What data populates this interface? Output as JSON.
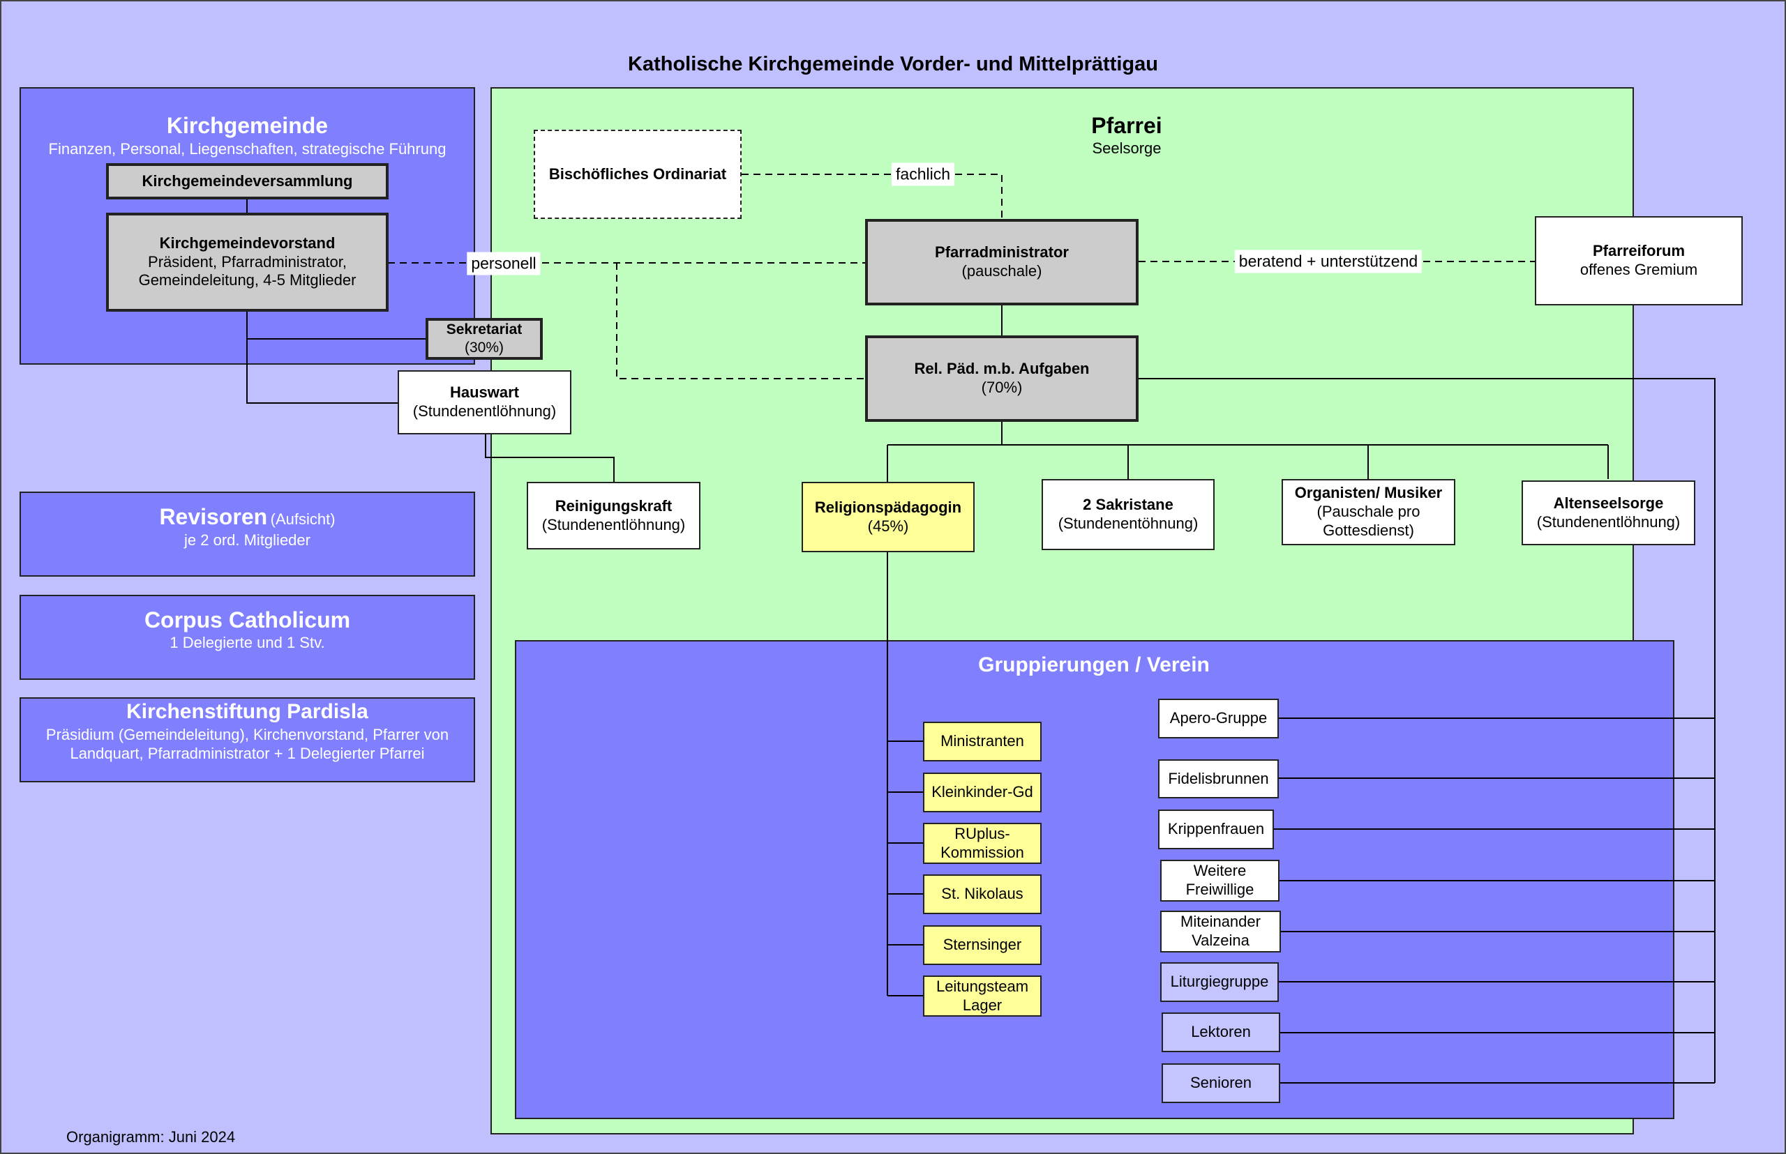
{
  "title": "Katholische Kirchgemeinde Vorder- und Mittelprättigau",
  "footer": "Organigramm: Juni 2024",
  "kirchgemeinde": {
    "title": "Kirchgemeinde",
    "subtitle": "Finanzen, Personal, Liegenschaften, strategische Führung",
    "versammlung": "Kirchgemeindeversammlung",
    "vorstand": {
      "title": "Kirchgemeindevorstand",
      "l1": "Präsident, Pfarradministrator,",
      "l2": "Gemeindeleitung, 4-5 Mitglieder"
    },
    "sekretariat": {
      "title": "Sekretariat",
      "sub": "(30%)"
    },
    "hauswart": {
      "title": "Hauswart",
      "sub": "(Stundenentlöhnung)"
    }
  },
  "revisoren": {
    "title": "Revisoren",
    "title_note": "(Aufsicht)",
    "sub": "je 2 ord. Mitglieder"
  },
  "corpus": {
    "title": "Corpus Catholicum",
    "sub": "1 Delegierte und 1 Stv."
  },
  "stiftung": {
    "title": "Kirchenstiftung Pardisla",
    "l1": "Präsidium (Gemeindeleitung), Kirchenvorstand, Pfarrer von",
    "l2": "Landquart, Pfarradministrator + 1 Delegierter Pfarrei"
  },
  "pfarrei": {
    "title": "Pfarrei",
    "subtitle": "Seelsorge",
    "ordinariat": "Bischöfliches Ordinariat",
    "administrator": {
      "title": "Pfarradministrator",
      "sub": "(pauschale)"
    },
    "pfarreiforum": {
      "title": "Pfarreiforum",
      "sub": "offenes Gremium"
    },
    "relpaed": {
      "title": "Rel. Päd. m.b. Aufgaben",
      "sub": "(70%)"
    },
    "reinigung": {
      "title": "Reinigungskraft",
      "sub": "(Stundenentlöhnung)"
    },
    "religionspaed": {
      "title": "Religionspädagogin",
      "sub": "(45%)"
    },
    "sakristane": {
      "title": "2 Sakristane",
      "sub": "(Stundenentöhnung)"
    },
    "organisten": {
      "title": "Organisten/ Musiker",
      "l1": "(Pauschale pro",
      "l2": "Gottesdienst)"
    },
    "altenseelsorge": {
      "title": "Altenseelsorge",
      "sub": "(Stundenentlöhnung)"
    }
  },
  "labels": {
    "fachlich": "fachlich",
    "personell": "personell",
    "beratend": "beratend + unterstützend"
  },
  "gruppierungen": {
    "title": "Gruppierungen / Verein",
    "yellow": [
      {
        "l1": "Ministranten"
      },
      {
        "l1": "Kleinkinder-Gd"
      },
      {
        "l1": "RUplus-",
        "l2": "Kommission"
      },
      {
        "l1": "St. Nikolaus"
      },
      {
        "l1": "Sternsinger"
      },
      {
        "l1": "Leitungsteam",
        "l2": "Lager"
      }
    ],
    "right": [
      {
        "l1": "Apero-Gruppe"
      },
      {
        "l1": "Fidelisbrunnen"
      },
      {
        "l1": "Krippenfrauen"
      },
      {
        "l1": "Weitere",
        "l2": "Freiwillige"
      },
      {
        "l1": "Miteinander",
        "l2": "Valzeina"
      },
      {
        "l1": "Liturgiegruppe"
      },
      {
        "l1": "Lektoren"
      },
      {
        "l1": "Senioren"
      }
    ]
  },
  "colors": {
    "background": "#c0c0ff",
    "panel_blue": "#8080ff",
    "pfarrei_green": "#c0ffc0",
    "highlight_yellow": "#ffff99",
    "grey_box": "#cccccc"
  }
}
